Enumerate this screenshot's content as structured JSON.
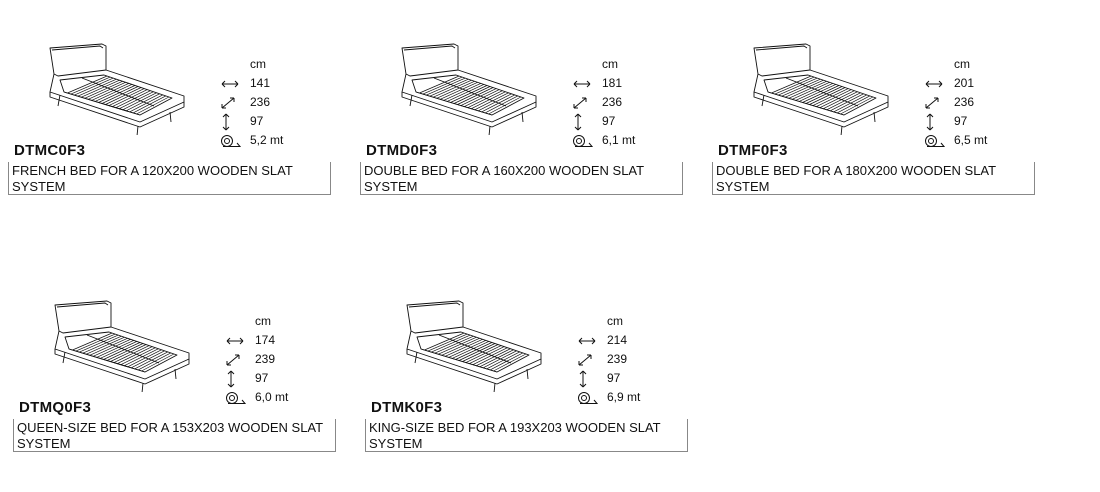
{
  "unit_label": "cm",
  "beds": [
    {
      "code": "DTMC0F3",
      "width": "141",
      "length": "236",
      "height": "97",
      "fabric": "5,2 mt",
      "description": "FRENCH BED FOR A 120X200 WOODEN SLAT SYSTEM"
    },
    {
      "code": "DTMD0F3",
      "width": "181",
      "length": "236",
      "height": "97",
      "fabric": "6,1 mt",
      "description": "DOUBLE BED FOR A 160X200 WOODEN SLAT SYSTEM"
    },
    {
      "code": "DTMF0F3",
      "width": "201",
      "length": "236",
      "height": "97",
      "fabric": "6,5 mt",
      "description": "DOUBLE BED FOR A 180X200 WOODEN SLAT SYSTEM"
    },
    {
      "code": "DTMQ0F3",
      "width": "174",
      "length": "239",
      "height": "97",
      "fabric": "6,0 mt",
      "description": "QUEEN-SIZE BED FOR A 153X203 WOODEN SLAT SYSTEM"
    },
    {
      "code": "DTMK0F3",
      "width": "214",
      "length": "239",
      "height": "97",
      "fabric": "6,9 mt",
      "description": "KING-SIZE BED FOR A 193X203 WOODEN SLAT SYSTEM"
    }
  ],
  "icons": {
    "width": "horizontal-double-arrow-icon",
    "length": "diagonal-double-arrow-icon",
    "height": "vertical-double-arrow-icon",
    "fabric": "fabric-roll-icon"
  }
}
